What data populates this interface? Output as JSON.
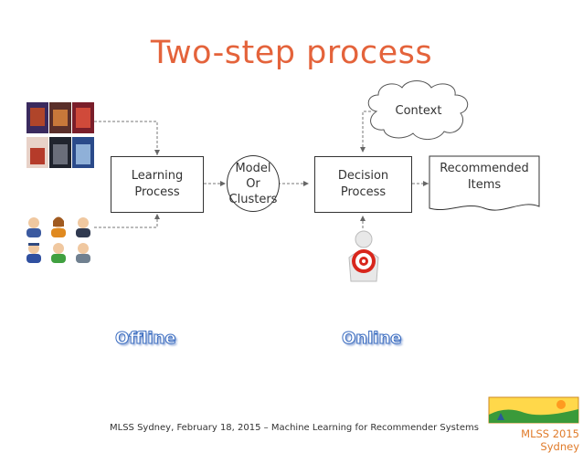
{
  "title": "Two-step process",
  "nodes": {
    "learning": "Learning\nProcess",
    "model": "Model\nOr\nClusters",
    "decision": "Decision\nProcess",
    "recommended": "Recommended\nItems",
    "context": "Context"
  },
  "labels": {
    "offline": "Offline",
    "online": "Online"
  },
  "footer": {
    "text": "MLSS Sydney, February 18, 2015 – Machine Learning for Recommender Systems",
    "logo_text": "MLSS 2015 Sydney"
  },
  "colors": {
    "title": "#e4633b",
    "accent_blue": "#3a6cc0",
    "footer_logo": "#e07b2a"
  },
  "icons": {
    "movie_posters": "movie-poster-thumbnails",
    "users": "user-avatars",
    "target_person": "target-person-figure",
    "logo": "mlss-sydney-logo"
  }
}
